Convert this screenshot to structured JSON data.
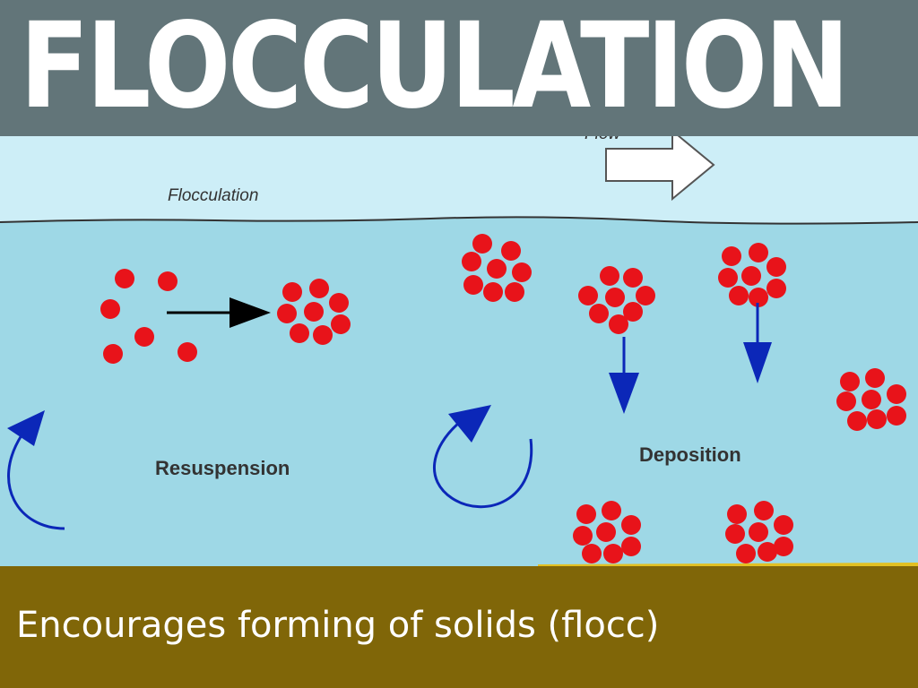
{
  "title": "FLOCCULATION",
  "caption": "Encourages forming of solids (flocc)",
  "diagram": {
    "labels": {
      "flow": "Flow",
      "flocculation": "Flocculation",
      "resuspension": "Resuspension",
      "deposition": "Deposition"
    }
  },
  "colors": {
    "title_bar": "#627579",
    "sky": "#cdeef7",
    "water": "#9ed8e6",
    "particle": "#e8131a",
    "arrow_blue": "#0b27b8",
    "arrow_black": "#000000",
    "sediment": "#e2c022",
    "caption_bar": "#806608"
  }
}
